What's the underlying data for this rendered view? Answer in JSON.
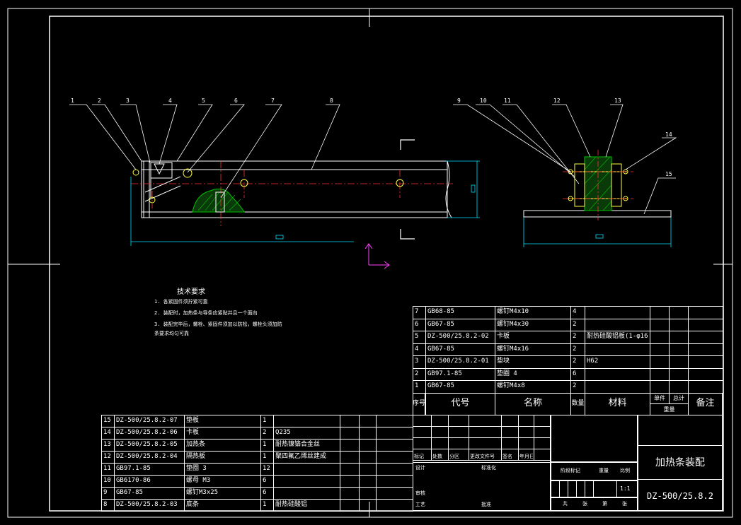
{
  "drawing": {
    "title": "加热条装配",
    "number": "DZ-500/25.8.2",
    "scale": "1:1",
    "tech_title": "技术要求",
    "tech_notes": [
      "1. 各紧固件须拧紧可靠",
      "2. 装配时，加热条与导条应紧贴并且一个面向",
      "3. 装配完毕后，螺栓、紧固件须加以防松，螺栓头须加防",
      "   条要求均匀可靠"
    ],
    "view_labels": [
      "1",
      "2",
      "3",
      "4",
      "5",
      "6",
      "7",
      "8",
      "9",
      "10",
      "11",
      "12",
      "13",
      "14",
      "15"
    ]
  },
  "parts_upper": {
    "rows": [
      {
        "no": "7",
        "code": "GB68-85",
        "name": "螺钉M4x10",
        "qty": "4",
        "material": "",
        "remark": ""
      },
      {
        "no": "6",
        "code": "GB67-85",
        "name": "螺钉M4x30",
        "qty": "2",
        "material": "",
        "remark": ""
      },
      {
        "no": "5",
        "code": "DZ-500/25.8.2-02",
        "name": "卡板",
        "qty": "2",
        "material": "耐热硅酸铝板(1-φ16",
        "remark": ""
      },
      {
        "no": "4",
        "code": "GB67-85",
        "name": "螺钉M4x16",
        "qty": "2",
        "material": "",
        "remark": ""
      },
      {
        "no": "3",
        "code": "DZ-500/25.8.2-01",
        "name": "垫块",
        "qty": "2",
        "material": "H62",
        "remark": ""
      },
      {
        "no": "2",
        "code": "GB97.1-85",
        "name": "垫圈 4",
        "qty": "6",
        "material": "",
        "remark": ""
      },
      {
        "no": "1",
        "code": "GB67-85",
        "name": "螺钉M4x8",
        "qty": "2",
        "material": "",
        "remark": ""
      }
    ],
    "header": {
      "no": "序号",
      "code": "代号",
      "name": "名称",
      "qty": "数量",
      "material": "材料",
      "unit": "单件",
      "total": "总计",
      "weight": "重量",
      "remark": "备注"
    }
  },
  "parts_lower": {
    "rows": [
      {
        "no": "15",
        "code": "DZ-500/25.8.2-07",
        "name": "垫板",
        "qty": "1",
        "material": ""
      },
      {
        "no": "14",
        "code": "DZ-500/25.8.2-06",
        "name": "卡板",
        "qty": "2",
        "material": "Q235"
      },
      {
        "no": "13",
        "code": "DZ-500/25.8.2-05",
        "name": "加热条",
        "qty": "1",
        "material": "耐热镍铬合金丝"
      },
      {
        "no": "12",
        "code": "DZ-500/25.8.2-04",
        "name": "隔热板",
        "qty": "1",
        "material": "聚四氟乙烯丝建成"
      },
      {
        "no": "11",
        "code": "GB97.1-85",
        "name": "垫圈 3",
        "qty": "12",
        "material": ""
      },
      {
        "no": "10",
        "code": "GB6170-86",
        "name": "螺母 M3",
        "qty": "6",
        "material": ""
      },
      {
        "no": "9",
        "code": "GB67-85",
        "name": "螺钉M3x25",
        "qty": "6",
        "material": ""
      },
      {
        "no": "8",
        "code": "DZ-500/25.8.2-03",
        "name": "底条",
        "qty": "1",
        "material": "耐热硅酸铝"
      }
    ]
  },
  "title_block": {
    "sig_row": [
      "标记",
      "处数",
      "分区",
      "更改文件号",
      "签名",
      "年月日"
    ],
    "roles": [
      "设计",
      "审核",
      "工艺"
    ],
    "std": "标准化",
    "approve": "批准",
    "stage": [
      "阶段标记",
      "重量",
      "比例"
    ],
    "sheet": [
      "共",
      "张",
      "第",
      "张"
    ]
  },
  "colors": {
    "line": "#ffffff",
    "center": "#ff3030",
    "dim": "#00e0ff",
    "hatch": "#00c000",
    "part": "#ffff40",
    "axis": "#ff40ff"
  }
}
